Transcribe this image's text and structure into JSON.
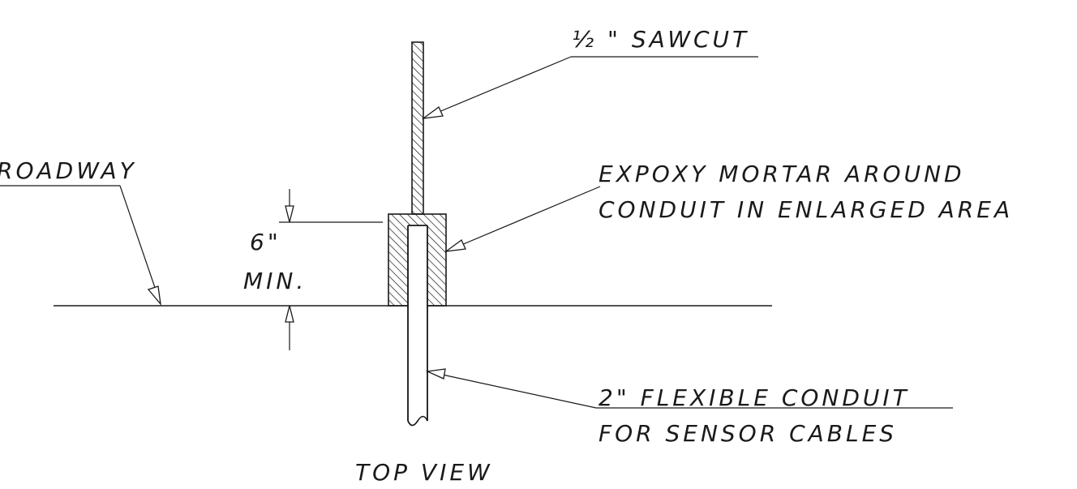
{
  "labels": {
    "sawcut": "½ \" SAWCUT",
    "roadway": "ROADWAY",
    "mortar_line1": "EXPOXY MORTAR AROUND",
    "mortar_line2": "CONDUIT IN ENLARGED AREA",
    "dim_value": "6\"",
    "dim_min": "MIN.",
    "conduit_line1": "2\" FLEXIBLE CONDUIT",
    "conduit_line2": "FOR SENSOR CABLES",
    "view_title": "TOP VIEW"
  }
}
